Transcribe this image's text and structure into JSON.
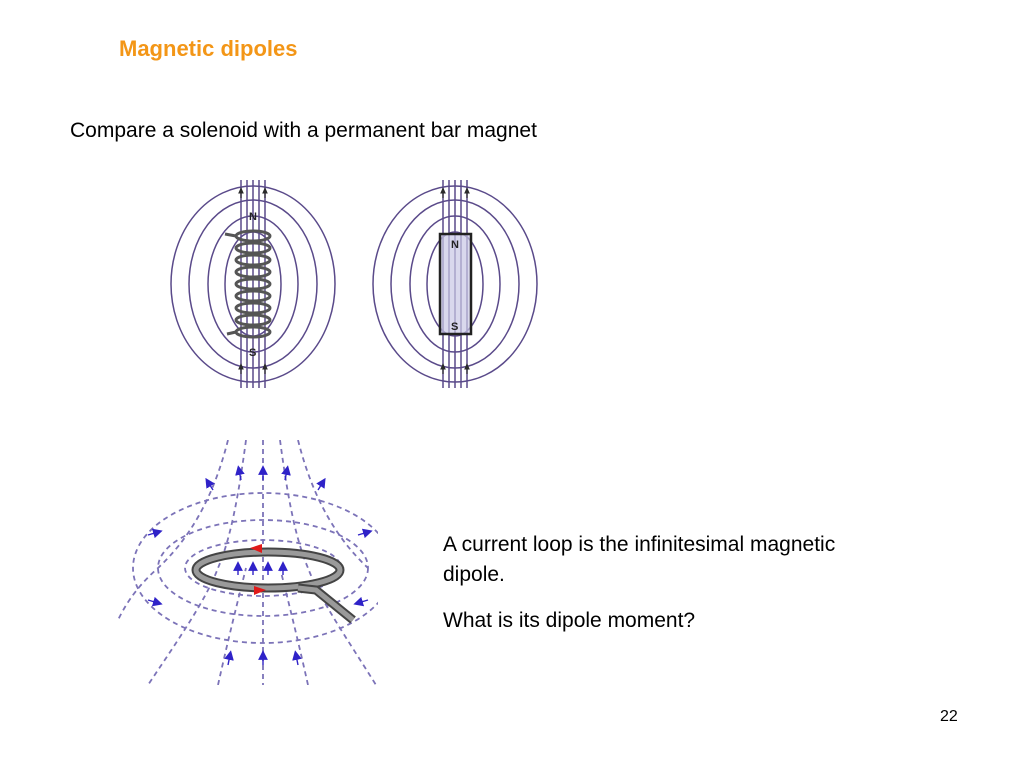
{
  "slide": {
    "title": "Magnetic dipoles",
    "intro": "Compare a solenoid with a permanent bar magnet",
    "paragraphs": [
      "A current loop is the infinitesimal magnetic dipole.",
      "What is its dipole moment?"
    ],
    "page_number": "22"
  },
  "solenoid_figure": {
    "pole_north": "N",
    "pole_south": "S"
  },
  "bar_magnet_figure": {
    "pole_north": "N",
    "pole_south": "S"
  },
  "colors": {
    "title": "#f39617",
    "field_line_solid": "#5a4a8a",
    "field_line_dashed": "#7c73b8",
    "arrow": "#2f22c8",
    "current_arrow": "#e01a1a",
    "magnet_fill": "#c9c7e6",
    "coil": "#555555"
  }
}
